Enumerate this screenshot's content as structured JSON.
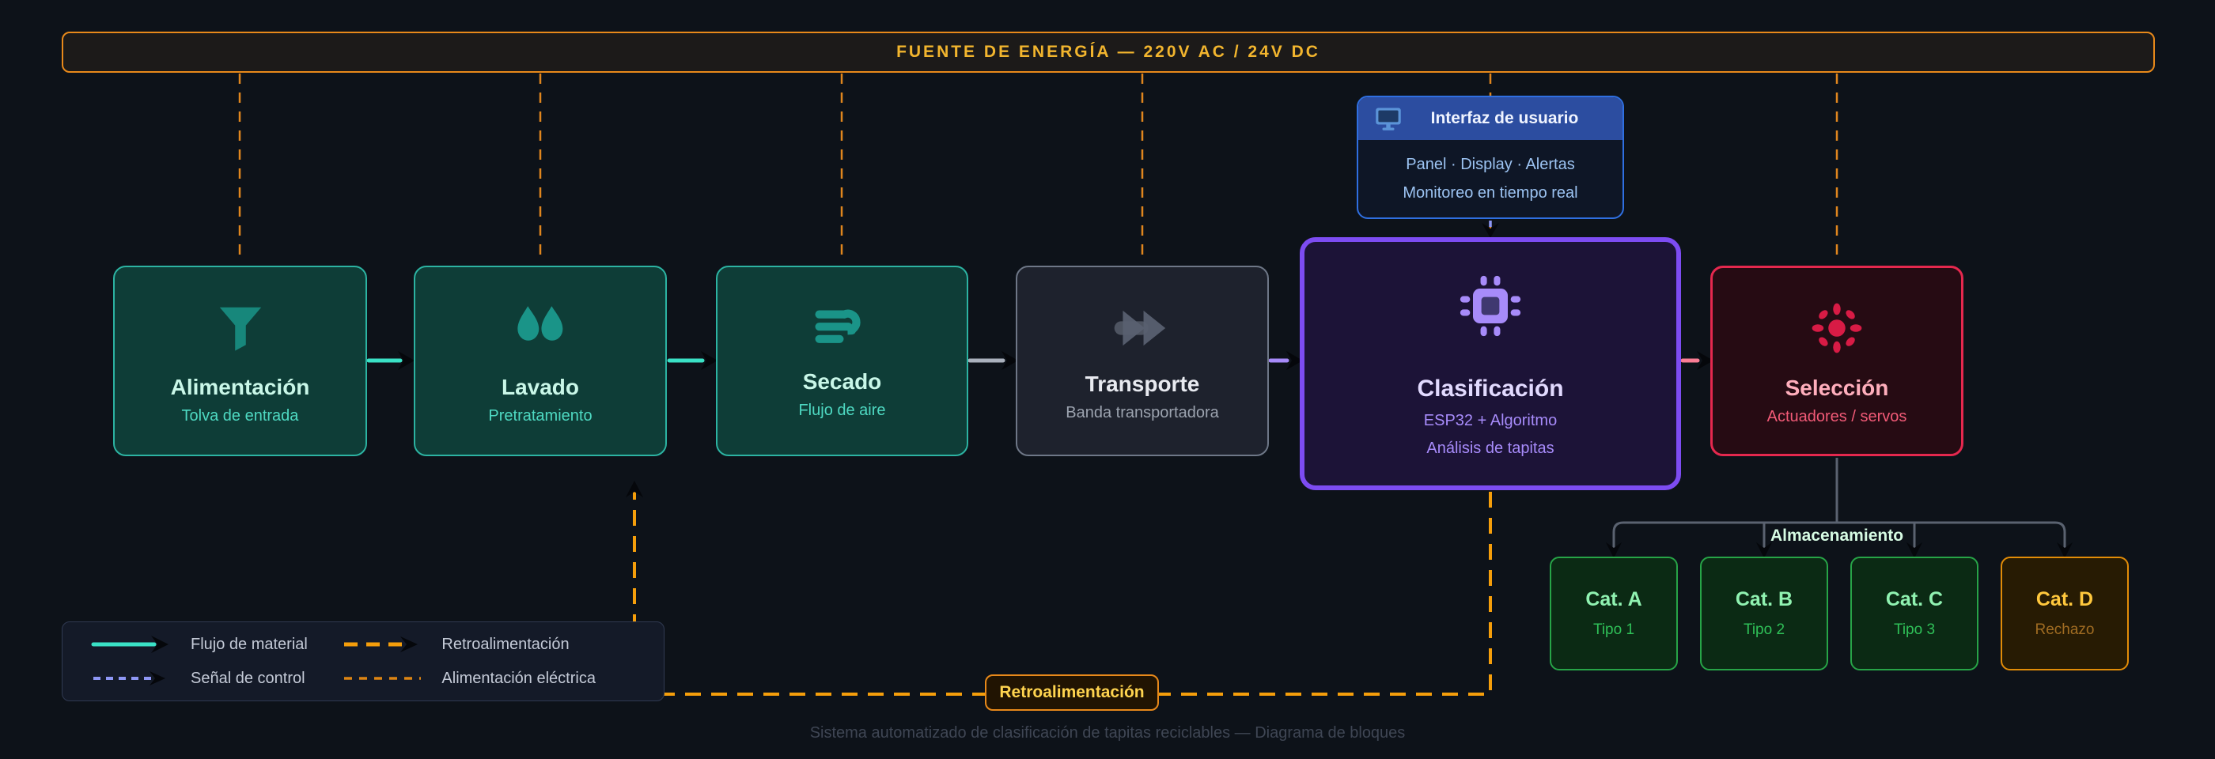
{
  "power_bar": {
    "label": "FUENTE DE ENERGÍA — 220V AC / 24V DC"
  },
  "blocks": [
    {
      "title": "Alimentación",
      "subtitle": "Tolva de entrada",
      "icon": "funnel-icon"
    },
    {
      "title": "Lavado",
      "subtitle": "Pretratamiento",
      "icon": "water-drops-icon"
    },
    {
      "title": "Secado",
      "subtitle": "Flujo de aire",
      "icon": "air-flow-icon"
    },
    {
      "title": "Transporte",
      "subtitle": "Banda transportadora",
      "icon": "fast-forward-icon"
    },
    {
      "title": "Clasificación",
      "subtitle": "ESP32 + Algoritmo",
      "subtitle2": "Análisis de tapitas",
      "icon": "chip-icon"
    },
    {
      "title": "Selección",
      "subtitle": "Actuadores / servos",
      "icon": "servo-actuator-icon"
    }
  ],
  "interface_box": {
    "title": "Interfaz de usuario",
    "line1": "Panel · Display · Alertas",
    "line2": "Monitoreo en tiempo real"
  },
  "storage": {
    "label": "Almacenamiento",
    "bins": [
      {
        "title": "Cat. A",
        "subtitle": "Tipo 1"
      },
      {
        "title": "Cat. B",
        "subtitle": "Tipo 2"
      },
      {
        "title": "Cat. C",
        "subtitle": "Tipo 3"
      },
      {
        "title": "Cat. D",
        "subtitle": "Rechazo"
      }
    ]
  },
  "legend": {
    "items": [
      {
        "label": "Flujo de material",
        "style": "solid-teal-arrow"
      },
      {
        "label": "Señal de control",
        "style": "dashed-purple-arrow"
      },
      {
        "label": "Retroalimentación",
        "style": "dashed-orange-arrow"
      },
      {
        "label": "Alimentación eléctrica",
        "style": "dotted-orange"
      }
    ]
  },
  "feedback_label": "Retroalimentación",
  "footer": "Sistema automatizado de clasificación de tapitas reciclables — Diagrama de bloques",
  "palette": {
    "background": "#0d1219",
    "power_orange": "#e8891a",
    "power_text": "#f2b52e",
    "teal_border": "#2cb3a2",
    "teal_flow": "#3ae2c6",
    "gray_border": "#6e7787",
    "purple_border": "#7d4cf2",
    "purple_signal": "#8e97f5",
    "pink_flow": "#fb7d95",
    "red_border": "#e5284e",
    "green_border": "#27a447",
    "amber_border": "#e28c07",
    "feedback_orange": "#f59e0b",
    "ui_blue": "#2c4da0",
    "arrowhead_black": "#05070b"
  }
}
